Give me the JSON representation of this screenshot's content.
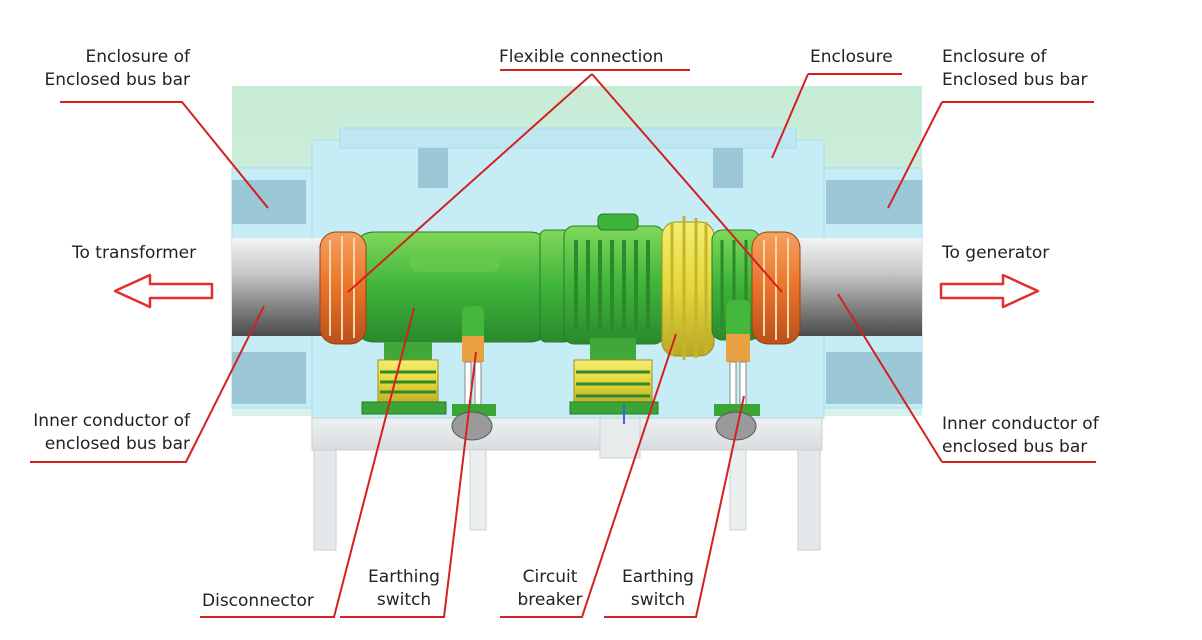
{
  "labels": {
    "enclosure_bus_left": [
      "Enclosure of",
      "Enclosed bus bar"
    ],
    "flexible_connection": "Flexible connection",
    "enclosure": "Enclosure",
    "enclosure_bus_right": [
      "Enclosure of",
      "Enclosed bus bar"
    ],
    "to_transformer": "To transformer",
    "to_generator": "To generator",
    "inner_conductor_left": [
      "Inner conductor of",
      "enclosed bus bar"
    ],
    "inner_conductor_right": [
      "Inner conductor of",
      "enclosed bus bar"
    ],
    "disconnector": "Disconnector",
    "earthing_switch_left": [
      "Earthing",
      "switch"
    ],
    "circuit_breaker": [
      "Circuit",
      "breaker"
    ],
    "earthing_switch_right": [
      "Earthing",
      "switch"
    ]
  },
  "colors": {
    "leader_line": "#d42020",
    "arrow": "#e03030",
    "enclosure": "#c8eef5",
    "background_panel": "#cfeee0",
    "conductor_green": "#44b83a",
    "flex_orange": "#e8742a",
    "breaker_yellow": "#e8dd3a",
    "bus_grey": "#9a9a9a",
    "support": "#e6e9ea"
  }
}
